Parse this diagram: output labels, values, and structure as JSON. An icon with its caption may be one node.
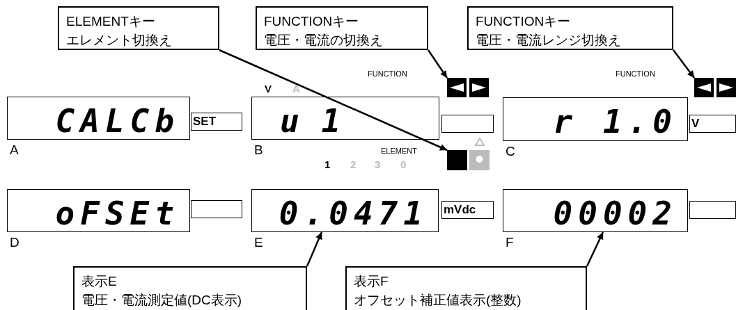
{
  "diagram": {
    "nodes": [
      {
        "text": [
          "ELEMENTキー",
          "エレメント切換え"
        ]
      },
      {
        "text": [
          "FUNCTIONキー",
          "電圧・電流の切換え"
        ]
      },
      {
        "text": [
          "FUNCTIONキー",
          "電圧・電流レンジ切換え"
        ]
      },
      {
        "text": [],
        "shape": "box"
      },
      {
        "text": [],
        "shape": "box"
      },
      {
        "text": [
          "CALCb"
        ],
        "beside": [
          "A"
        ]
      },
      {
        "text": [
          "SET"
        ]
      },
      {
        "text": [
          "u 1"
        ],
        "beside": [
          "B"
        ]
      },
      {
        "text": [],
        "shape": "box"
      },
      {
        "text": [
          "r 1.0"
        ],
        "beside": [
          "C"
        ]
      },
      {
        "text": [
          "V"
        ]
      },
      {
        "text": [],
        "shape": "box"
      },
      {
        "text": [
          "oFSEt"
        ],
        "beside": [
          "D"
        ]
      },
      {
        "text": [],
        "shape": "box"
      },
      {
        "text": [
          "0.0471"
        ],
        "beside": [
          "E"
        ]
      },
      {
        "text": [
          "mVdc"
        ]
      },
      {
        "text": [
          "00002"
        ],
        "beside": [
          "F"
        ]
      },
      {
        "text": [],
        "shape": "box"
      },
      {
        "text": [
          "表示E",
          "電圧・電流測定値(DC表示)"
        ]
      },
      {
        "text": [
          "表示F",
          "オフセット補正値表示(整数)"
        ]
      }
    ],
    "edges": [
      {
        "from": 0,
        "to": 11,
        "arrow": "to"
      },
      {
        "from": 1,
        "to": 3,
        "arrow": "to"
      },
      {
        "from": 2,
        "to": 4,
        "arrow": "to"
      },
      {
        "from": 18,
        "to": 14,
        "arrow": "to"
      },
      {
        "from": 19,
        "to": 16,
        "arrow": "to"
      }
    ],
    "labels": [
      "FUNCTION",
      "FUNCTION",
      "V",
      "A",
      "ELEMENT",
      "1",
      "2",
      "3",
      "0"
    ]
  }
}
